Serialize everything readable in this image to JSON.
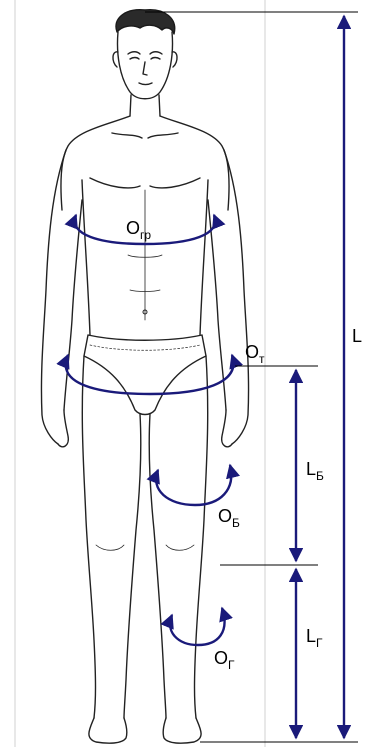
{
  "diagram": {
    "labels": {
      "height": "L",
      "chest": {
        "letter": "O",
        "sub": "гр"
      },
      "waist": {
        "letter": "O",
        "sub": "т"
      },
      "thigh": {
        "letter": "O",
        "sub": "Б"
      },
      "shin": {
        "letter": "O",
        "sub": "Г"
      },
      "thigh_length": {
        "letter": "L",
        "sub": "Б"
      },
      "shin_length": {
        "letter": "L",
        "sub": "Г"
      }
    },
    "colors": {
      "measure": "#1a1a7a",
      "outline": "#222222",
      "frame": "#c8c8c8",
      "background": "#ffffff"
    }
  }
}
